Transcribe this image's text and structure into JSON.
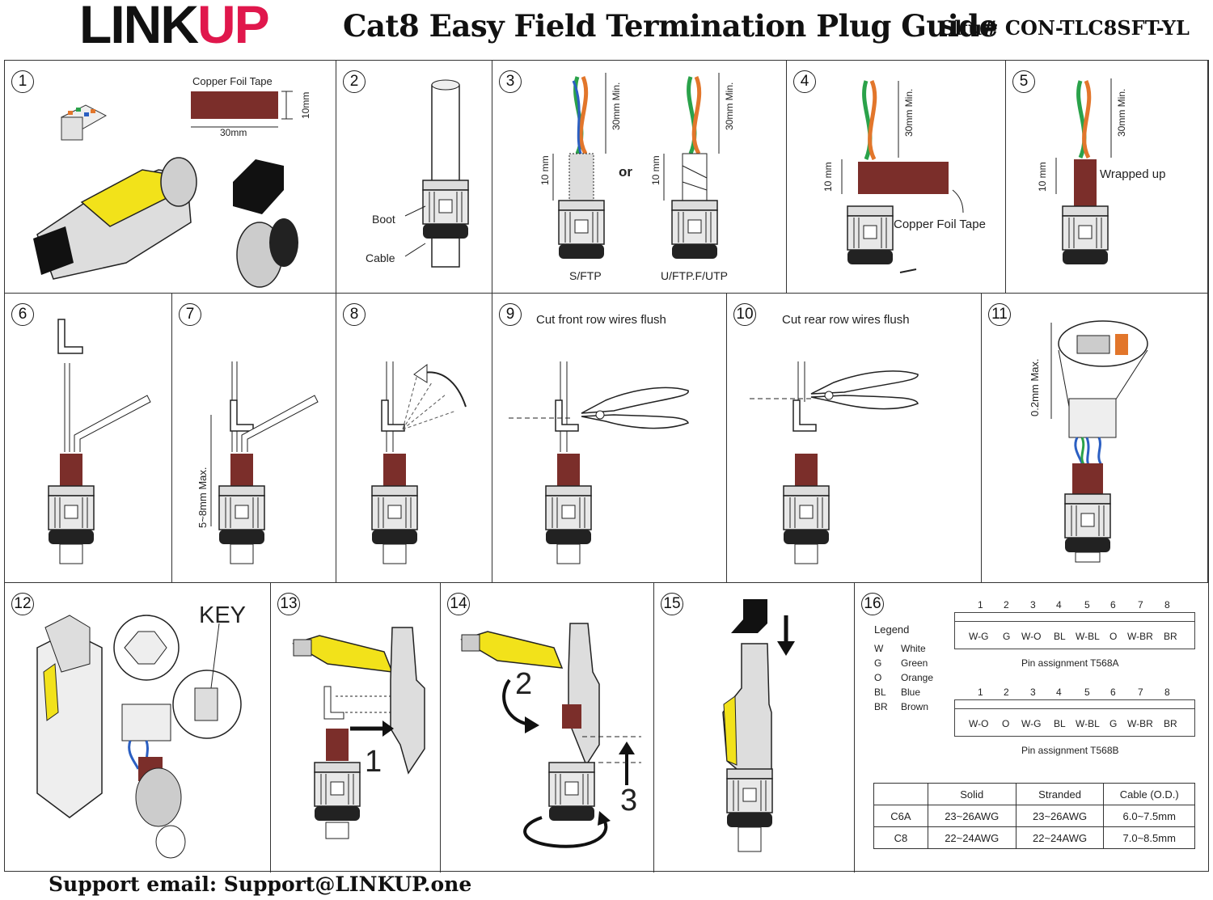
{
  "header": {
    "logo_part1": "LINK",
    "logo_part2": "UP",
    "title": "Cat8 Easy Field Termination Plug Guide",
    "sku": "Sku# CON-TLC8SFT-YL"
  },
  "colors": {
    "brand": "#e0174c",
    "yellow": "#f2e21a",
    "copper_tape": "#7b2e2a",
    "line": "#333333"
  },
  "steps": {
    "s1": {
      "num": "1",
      "tape_label": "Copper Foil Tape",
      "width_label": "30mm",
      "height_label": "10mm"
    },
    "s2": {
      "num": "2",
      "boot": "Boot",
      "cable": "Cable"
    },
    "s3": {
      "num": "3",
      "or": "or",
      "left_name": "S/FTP",
      "right_name": "U/FTP.F/UTP",
      "min_label": "30mm Min.",
      "ten_label": "10 mm"
    },
    "s4": {
      "num": "4",
      "min_label": "30mm Min.",
      "ten_label": "10 mm",
      "tape_label": "Copper Foil Tape"
    },
    "s5": {
      "num": "5",
      "min_label": "30mm Min.",
      "ten_label": "10 mm",
      "wrapped": "Wrapped up"
    },
    "s6": {
      "num": "6"
    },
    "s7": {
      "num": "7",
      "max_label": "5~8mm Max."
    },
    "s8": {
      "num": "8"
    },
    "s9": {
      "num": "9",
      "caption": "Cut front row wires flush"
    },
    "s10": {
      "num": "10",
      "caption": "Cut rear row wires flush"
    },
    "s11": {
      "num": "11",
      "max_label": "0.2mm Max."
    },
    "s12": {
      "num": "12",
      "key": "KEY"
    },
    "s13": {
      "num": "13",
      "step": "1"
    },
    "s14": {
      "num": "14",
      "step2": "2",
      "step3": "3"
    },
    "s15": {
      "num": "15"
    },
    "s16": {
      "num": "16",
      "legend_title": "Legend",
      "legend": [
        {
          "code": "W",
          "name": "White"
        },
        {
          "code": "G",
          "name": "Green"
        },
        {
          "code": "O",
          "name": "Orange"
        },
        {
          "code": "BL",
          "name": "Blue"
        },
        {
          "code": "BR",
          "name": "Brown"
        }
      ],
      "pin_numbers": [
        "1",
        "2",
        "3",
        "4",
        "5",
        "6",
        "7",
        "8"
      ],
      "t568a": [
        "W-G",
        "G",
        "W-O",
        "BL",
        "W-BL",
        "O",
        "W-BR",
        "BR"
      ],
      "t568a_caption": "Pin assignment T568A",
      "t568b": [
        "W-O",
        "O",
        "W-G",
        "BL",
        "W-BL",
        "G",
        "W-BR",
        "BR"
      ],
      "t568b_caption": "Pin assignment T568B",
      "table": {
        "headers": [
          "",
          "Solid",
          "Stranded",
          "Cable (O.D.)"
        ],
        "rows": [
          [
            "C6A",
            "23~26AWG",
            "23~26AWG",
            "6.0~7.5mm"
          ],
          [
            "C8",
            "22~24AWG",
            "22~24AWG",
            "7.0~8.5mm"
          ]
        ]
      }
    }
  },
  "footer": {
    "support": "Support email: Support@LINKUP.one"
  }
}
